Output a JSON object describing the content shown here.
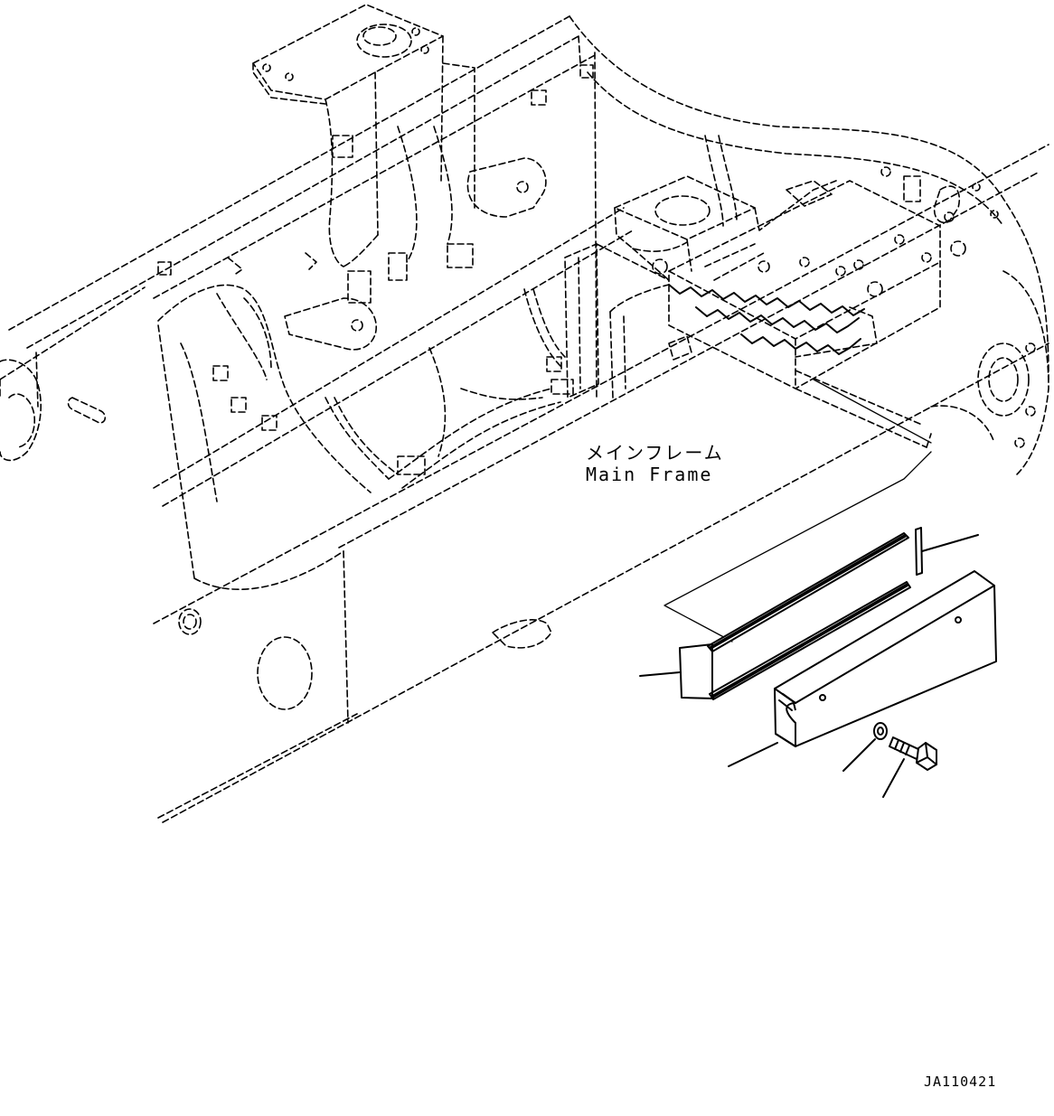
{
  "labels": {
    "main_frame_jp": "メインフレーム",
    "main_frame_en": "Main Frame"
  },
  "drawing_code": "JA110421",
  "parts": [
    {
      "id": "cover",
      "icon": "cover-bracket"
    },
    {
      "id": "seal-strip-long",
      "icon": "seal-strip"
    },
    {
      "id": "seal-strip-short",
      "icon": "seal-strip"
    },
    {
      "id": "plate",
      "icon": "plate"
    },
    {
      "id": "washer",
      "icon": "washer"
    },
    {
      "id": "bolt",
      "icon": "bolt"
    }
  ]
}
